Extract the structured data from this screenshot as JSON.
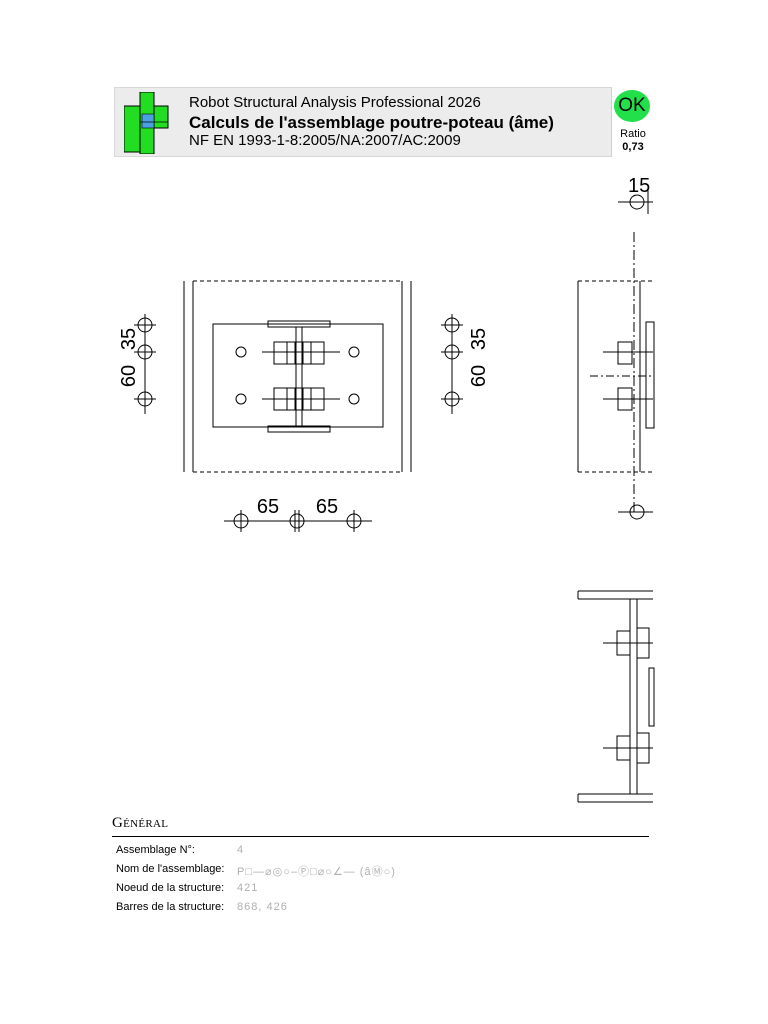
{
  "header": {
    "app_title": "Robot Structural Analysis Professional 2026",
    "calc_title": "Calculs de l'assemblage poutre-poteau (âme)",
    "standard": "NF EN 1993-1-8:2005/NA:2007/AC:2009",
    "status": "OK",
    "ratio_label": "Ratio",
    "ratio_value": "0,73"
  },
  "drawing": {
    "dims_left": [
      "35",
      "60"
    ],
    "dims_right": [
      "35",
      "60"
    ],
    "dims_bottom": [
      "65",
      "65"
    ],
    "dim_side_top": "15"
  },
  "general": {
    "section_title": "Général",
    "rows": [
      {
        "label": "Assemblage N°:",
        "value": "4"
      },
      {
        "label": "Nom de l'assemblage:",
        "value": "P□—⌀◎○–Ⓟ□⌀○∠— (âⓂ○)"
      },
      {
        "label": "Noeud de la structure:",
        "value": "421"
      },
      {
        "label": "Barres de la structure:",
        "value": "868, 426"
      }
    ]
  },
  "colors": {
    "ok_green": "#22e04a",
    "logo_green": "#22dd22",
    "header_bg": "#ececec"
  },
  "icons": [
    "joint-logo-icon"
  ]
}
